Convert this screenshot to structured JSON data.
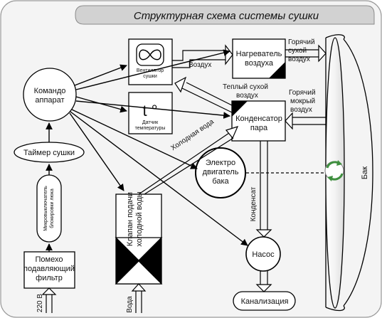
{
  "title": "Структурная схема системы сушки",
  "blocks": {
    "fan_line1": "Вентилятор",
    "fan_line2": "сушки",
    "temp_symbol": "t °",
    "temp_line1": "Датчик",
    "temp_line2": "температуры",
    "heater_line1": "Нагреватель",
    "heater_line2": "воздуха",
    "condenser_line1": "Конденсатор",
    "condenser_line2": "пара",
    "controller_line1": "Командо",
    "controller_line2": "аппарат",
    "timer": "Таймер сушки",
    "microswitch_line1": "Микровыключатель",
    "microswitch_line2": "блокировки люка",
    "filter_line1": "Помехо",
    "filter_line2": "подавляющий",
    "filter_line3": "фильтр",
    "valve_line1": "Клапан подачи",
    "valve_line2": "холодной воды",
    "motor_line1": "Электро",
    "motor_line2": "двигатель",
    "motor_line3": "бака",
    "pump": "Насос",
    "sewer": "Канализация",
    "drum": "Бак"
  },
  "labels": {
    "air": "Воздух",
    "hot_dry_1": "Горячий",
    "hot_dry_2": "сухой",
    "hot_dry_3": "воздух",
    "warm_dry_1": "Теплый сухой",
    "warm_dry_2": "воздух",
    "hot_wet_1": "Горячий",
    "hot_wet_2": "мокрый",
    "hot_wet_3": "воздух",
    "cold_water": "Холодная вода",
    "condensate": "Конденсат",
    "water": "Вода",
    "power": "220 В"
  }
}
